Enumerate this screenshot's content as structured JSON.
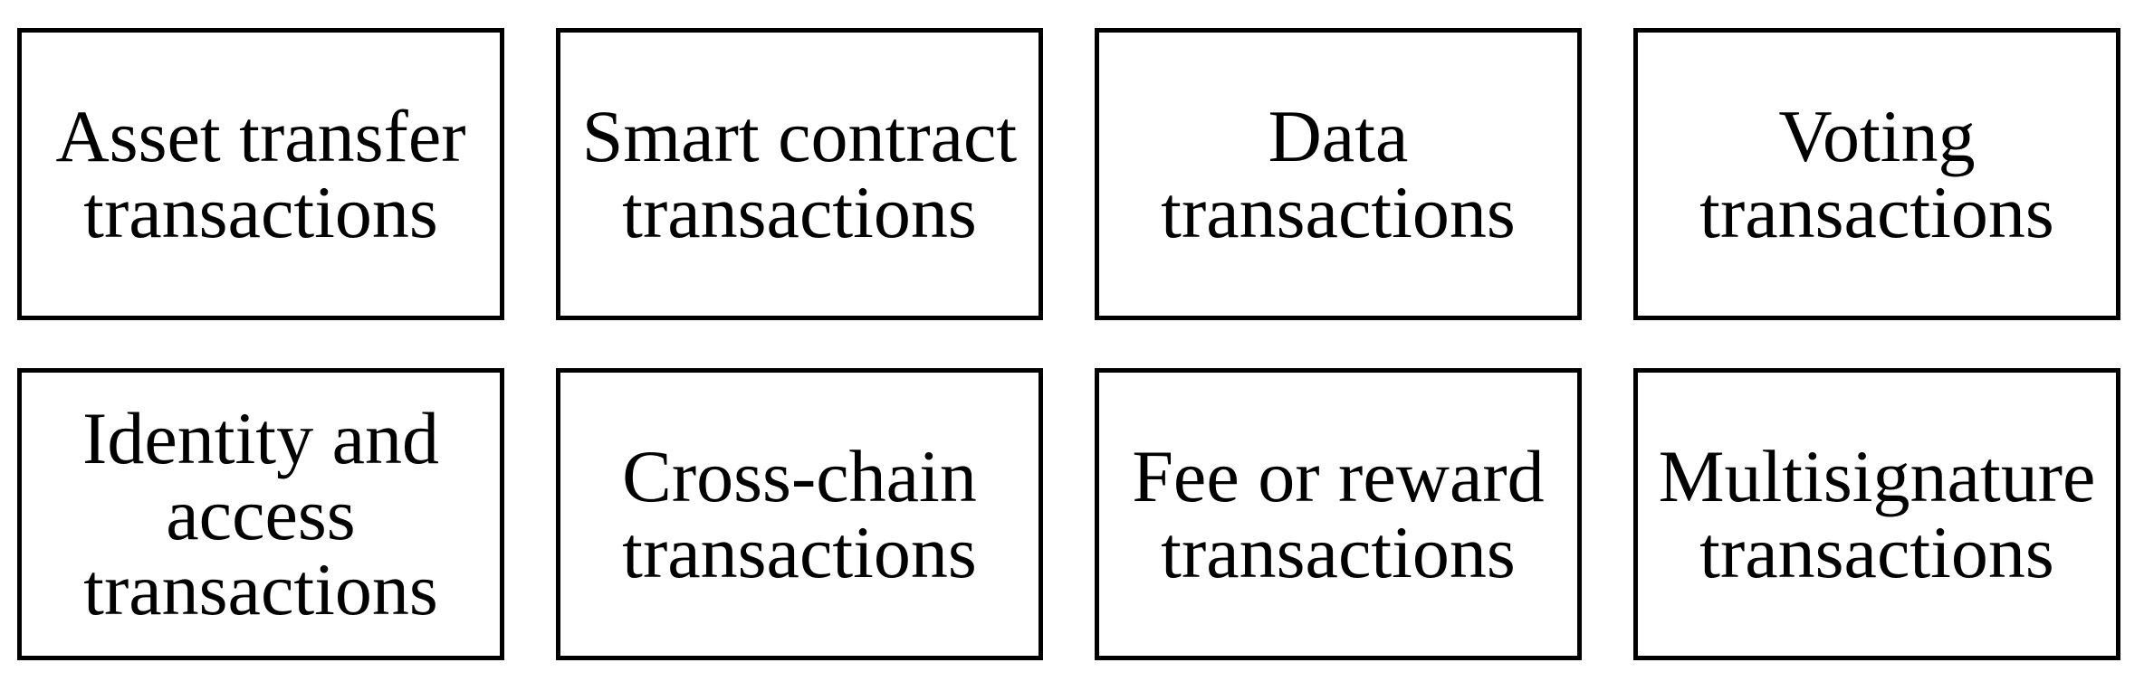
{
  "colors": {
    "background": "#ffffff",
    "box_border": "#000000",
    "text": "#000000"
  },
  "diagram": {
    "description": "Grid of blockchain transaction type boxes",
    "rows": 2,
    "columns": 4
  },
  "boxes": [
    {
      "label": "Asset transfer\ntransactions"
    },
    {
      "label": "Smart contract\ntransactions"
    },
    {
      "label": "Data\ntransactions"
    },
    {
      "label": "Voting\ntransactions"
    },
    {
      "label": "Identity and\naccess\ntransactions"
    },
    {
      "label": "Cross-chain\ntransactions"
    },
    {
      "label": "Fee or reward\ntransactions"
    },
    {
      "label": "Multisignature\ntransactions"
    }
  ]
}
